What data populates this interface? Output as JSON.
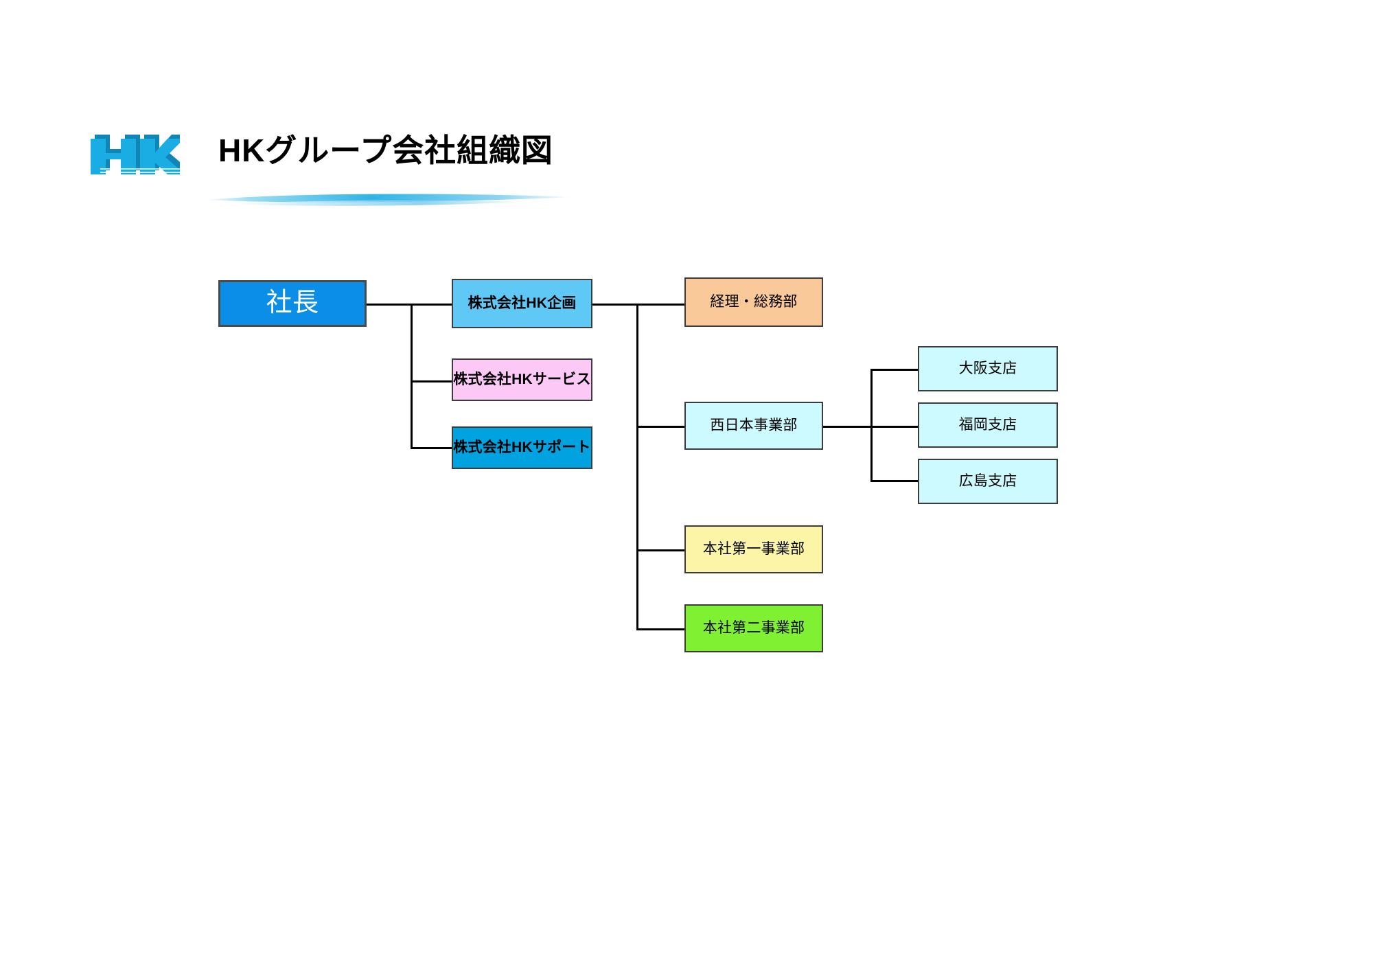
{
  "header": {
    "logo_alt": "HK",
    "title": "HKグループ会社組織図"
  },
  "chart_data": {
    "type": "diagram",
    "title": "HKグループ会社組織図",
    "nodes": [
      {
        "id": "president",
        "label": "社長",
        "fill": "#0b8ee8",
        "text_color": "#ffffff"
      },
      {
        "id": "kikaku",
        "label": "株式会社HK企画",
        "fill": "#5fc8f5",
        "text_color": "#000000"
      },
      {
        "id": "service",
        "label": "株式会社HKサービス",
        "fill": "#fcc9f7",
        "text_color": "#000000"
      },
      {
        "id": "support",
        "label": "株式会社HKサポート",
        "fill": "#00a2e0",
        "text_color": "#000000"
      },
      {
        "id": "keiri",
        "label": "経理・総務部",
        "fill": "#f9c999",
        "text_color": "#000000"
      },
      {
        "id": "nishinihon",
        "label": "西日本事業部",
        "fill": "#ccfaff",
        "text_color": "#000000"
      },
      {
        "id": "osaka",
        "label": "大阪支店",
        "fill": "#ccfaff",
        "text_color": "#000000"
      },
      {
        "id": "fukuoka",
        "label": "福岡支店",
        "fill": "#ccfaff",
        "text_color": "#000000"
      },
      {
        "id": "hiroshima",
        "label": "広島支店",
        "fill": "#ccfaff",
        "text_color": "#000000"
      },
      {
        "id": "daiichi",
        "label": "本社第一事業部",
        "fill": "#fcf5a8",
        "text_color": "#000000"
      },
      {
        "id": "daini",
        "label": "本社第二事業部",
        "fill": "#7ff032",
        "text_color": "#000000"
      }
    ],
    "edges": [
      {
        "from": "president",
        "to": "kikaku"
      },
      {
        "from": "president",
        "to": "service"
      },
      {
        "from": "president",
        "to": "support"
      },
      {
        "from": "kikaku",
        "to": "keiri"
      },
      {
        "from": "kikaku",
        "to": "nishinihon"
      },
      {
        "from": "kikaku",
        "to": "daiichi"
      },
      {
        "from": "kikaku",
        "to": "daini"
      },
      {
        "from": "nishinihon",
        "to": "osaka"
      },
      {
        "from": "nishinihon",
        "to": "fukuoka"
      },
      {
        "from": "nishinihon",
        "to": "hiroshima"
      }
    ],
    "colors": {
      "line": "#000000",
      "border": "#3c3c3c",
      "logo": "#19ade4",
      "background": "#ffffff"
    }
  }
}
